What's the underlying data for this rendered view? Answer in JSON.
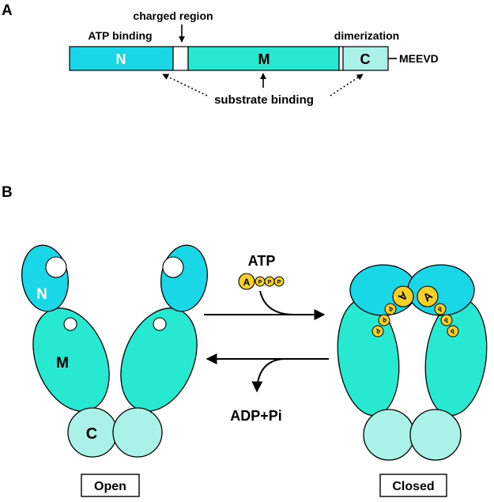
{
  "panel_a": {
    "letter": "A",
    "labels": {
      "charged_region": "charged region",
      "atp_binding": "ATP binding",
      "dimerization": "dimerization",
      "n": "N",
      "m": "M",
      "c": "C",
      "meevd": "MEEVD",
      "substrate_binding": "substrate binding"
    }
  },
  "panel_b": {
    "letter": "B",
    "labels": {
      "n": "N",
      "m": "M",
      "c": "C",
      "atp": "ATP",
      "adp_pi": "ADP+Pi",
      "open": "Open",
      "closed": "Closed",
      "a": "A",
      "p": "P"
    }
  },
  "colors": {
    "n_domain": "#19d7e7",
    "m_domain": "#27e8d0",
    "c_domain": "#aaf2e8",
    "atp": "#f6d024"
  }
}
